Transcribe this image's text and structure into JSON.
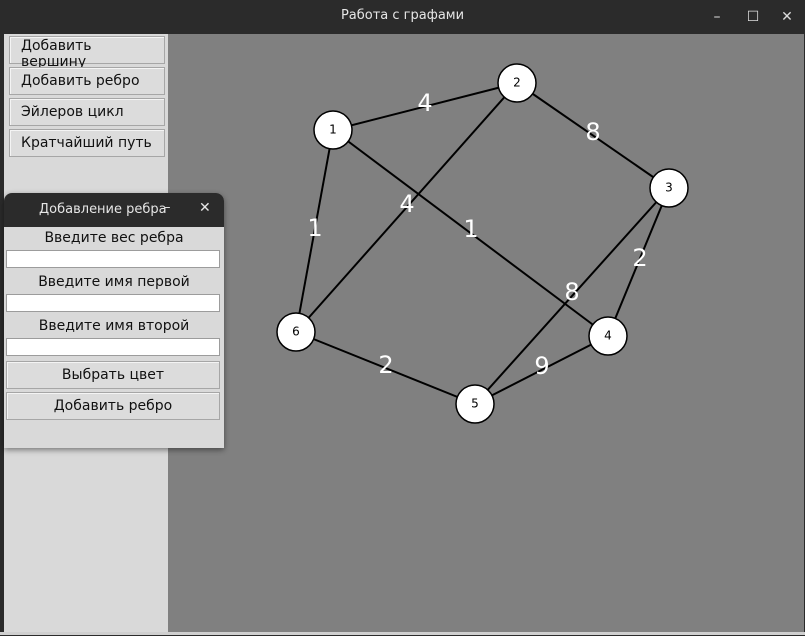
{
  "window": {
    "title": "Работа с графами",
    "controls": {
      "minimize": "–",
      "maximize": "☐",
      "close": "✕"
    }
  },
  "sidebar": {
    "buttons": [
      {
        "label": "Добавить вершину"
      },
      {
        "label": "Добавить ребро"
      },
      {
        "label": "Эйлеров цикл"
      },
      {
        "label": "Кратчайший путь"
      }
    ]
  },
  "dialog": {
    "title": "Добавление ребра",
    "controls": {
      "minimize": "–",
      "close": "✕"
    },
    "weight_label": "Введите вес ребра",
    "weight_value": "",
    "first_vertex_label": "Введите имя первой вершины",
    "first_vertex_value": "",
    "second_vertex_label": "Введите имя второй вершины",
    "second_vertex_value": "",
    "choose_color_label": "Выбрать цвет",
    "add_edge_label": "Добавить ребро"
  },
  "graph": {
    "node_fill": "#ffffff",
    "edge_color": "#000000",
    "label_color": "#ffffff",
    "nodes": [
      {
        "id": "1",
        "label": "1"
      },
      {
        "id": "2",
        "label": "2"
      },
      {
        "id": "3",
        "label": "3"
      },
      {
        "id": "4",
        "label": "4"
      },
      {
        "id": "5",
        "label": "5"
      },
      {
        "id": "6",
        "label": "6"
      }
    ],
    "edges": [
      {
        "from": "1",
        "to": "2",
        "weight": "4"
      },
      {
        "from": "2",
        "to": "3",
        "weight": "8"
      },
      {
        "from": "1",
        "to": "6",
        "weight": "1"
      },
      {
        "from": "2",
        "to": "6",
        "weight": "4"
      },
      {
        "from": "1",
        "to": "4",
        "weight": "1"
      },
      {
        "from": "3",
        "to": "4",
        "weight": "2"
      },
      {
        "from": "3",
        "to": "5",
        "weight": "8"
      },
      {
        "from": "4",
        "to": "5",
        "weight": "9"
      },
      {
        "from": "6",
        "to": "5",
        "weight": "2"
      }
    ]
  }
}
